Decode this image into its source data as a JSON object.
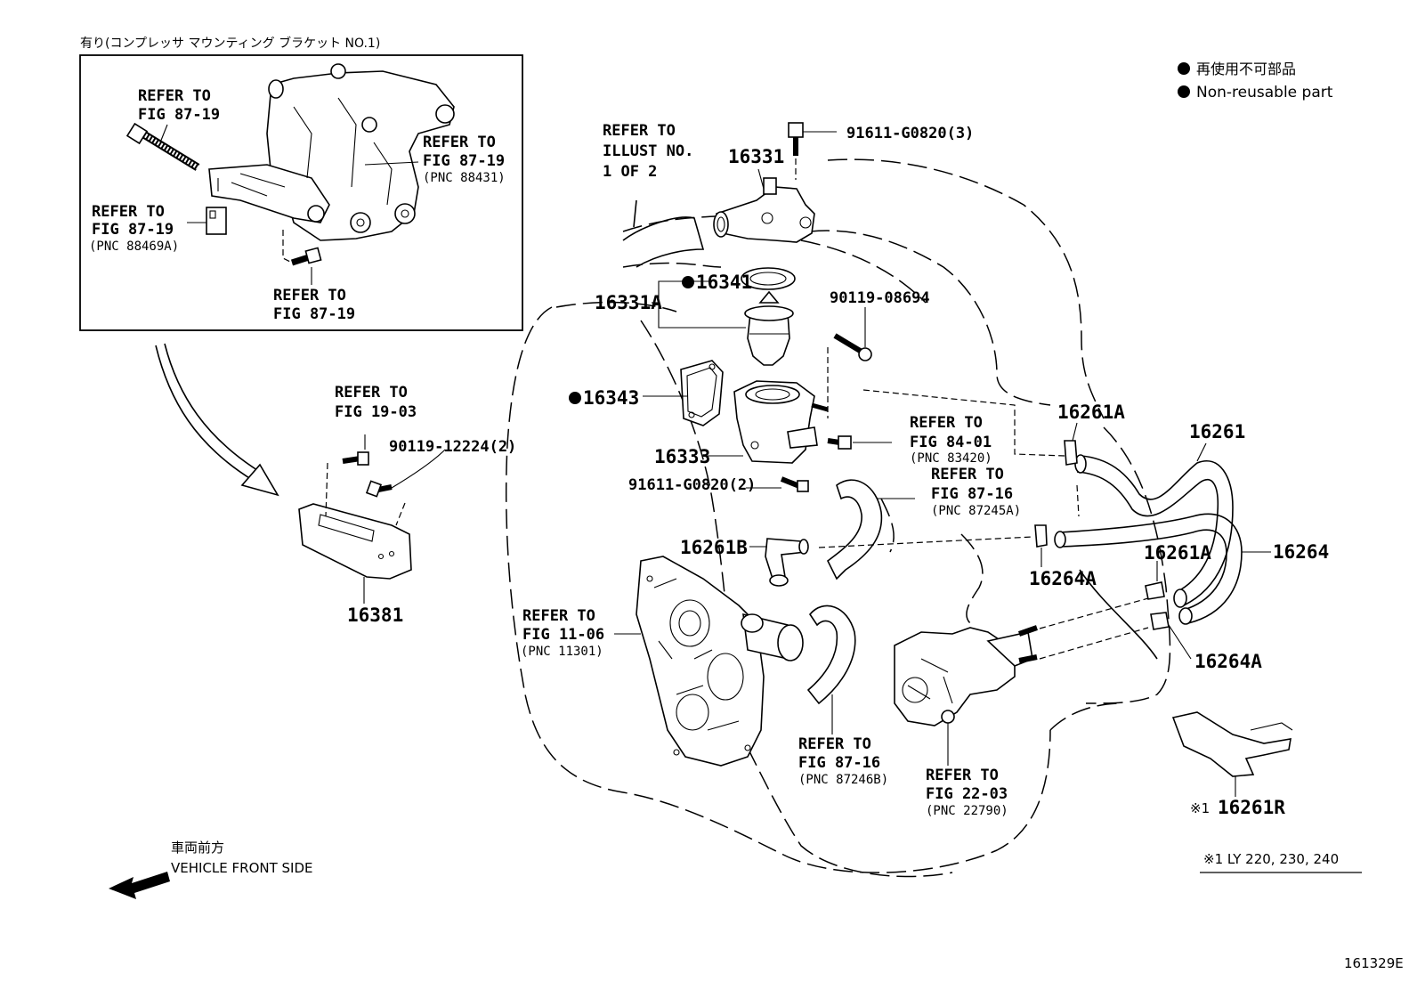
{
  "inset": {
    "caption": "有り(コンプレッサ マウンティング ブラケット NO.1)",
    "refer_bolt": [
      "REFER TO",
      "FIG 87-19"
    ],
    "refer_bracket": [
      "REFER TO",
      "FIG 87-19",
      "(PNC 88431)"
    ],
    "refer_spacer": [
      "REFER TO",
      "FIG 87-19",
      "(PNC 88469A)"
    ],
    "refer_lower_bolt": [
      "REFER TO",
      "FIG 87-19"
    ]
  },
  "legend": {
    "jp": "再使用不可部品",
    "en": "Non-reusable part"
  },
  "refer_illust": [
    "REFER TO",
    "ILLUST NO.",
    "1 OF 2"
  ],
  "refer_fig_19_03": [
    "REFER TO",
    "FIG 19-03"
  ],
  "refer_fig_84_01": [
    "REFER TO",
    "FIG 84-01",
    "(PNC 83420)"
  ],
  "refer_fig_87_16a": [
    "REFER TO",
    "FIG 87-16",
    "(PNC 87245A)"
  ],
  "refer_fig_11_06": [
    "REFER TO",
    "FIG 11-06",
    "(PNC 11301)"
  ],
  "refer_fig_87_16b": [
    "REFER TO",
    "FIG 87-16",
    "(PNC 87246B)"
  ],
  "refer_fig_22_03": [
    "REFER TO",
    "FIG 22-03",
    "(PNC 22790)"
  ],
  "parts": {
    "p16331": "16331",
    "p16331A": "16331A",
    "p16341": "16341",
    "p16343": "16343",
    "p16333": "16333",
    "p16261A_top": "16261A",
    "p16261": "16261",
    "p16264": "16264",
    "p16261A_mid": "16261A",
    "p16264A_left": "16264A",
    "p16264A_right": "16264A",
    "p16261B": "16261B",
    "p16381": "16381",
    "p16261R": "16261R",
    "b91611_3": "91611-G0820(3)",
    "b90119_08694": "90119-08694",
    "b90119_12224": "90119-12224(2)",
    "b91611_2": "91611-G0820(2)"
  },
  "footnote_mark": "※1",
  "footnote": "※1  LY 220, 230, 240",
  "direction": {
    "jp": "車両前方",
    "en": "VEHICLE FRONT SIDE"
  },
  "figure_id": "161329E"
}
